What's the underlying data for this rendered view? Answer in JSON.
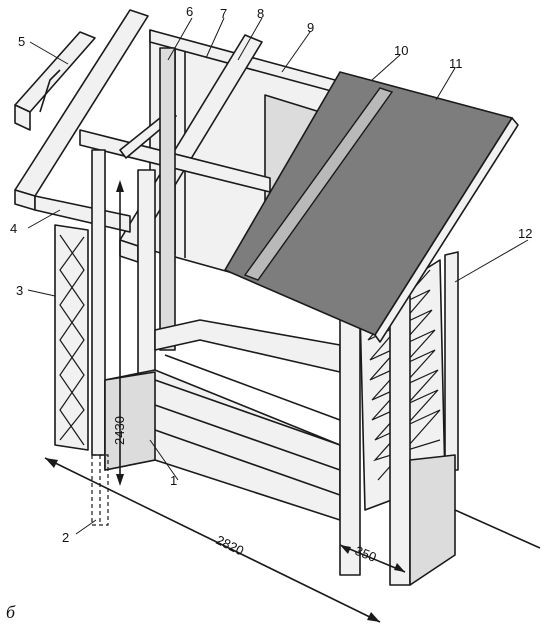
{
  "callouts": {
    "n1": "1",
    "n2": "2",
    "n3": "3",
    "n4": "4",
    "n5": "5",
    "n6": "6",
    "n7": "7",
    "n8": "8",
    "n9": "9",
    "n10": "10",
    "n11": "11",
    "n12": "12"
  },
  "dimensions": {
    "height": "2430",
    "width": "2820",
    "depth": "350"
  },
  "caption": "б",
  "colors": {
    "line": "#1a1a1a",
    "roof": "#7d7d7d",
    "wood": "#f1f1f1"
  }
}
